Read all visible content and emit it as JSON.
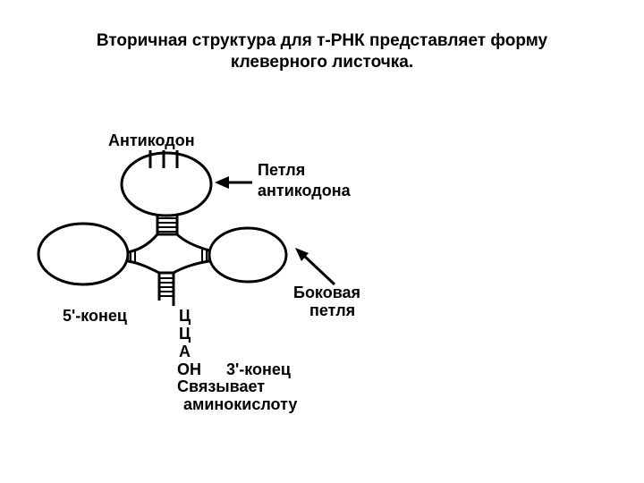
{
  "title": {
    "line1": "Вторичная структура для т-РНК представляет форму",
    "line2": "клеверного листочка."
  },
  "diagram": {
    "anticodon_label": "Антикодон",
    "anticodon_loop_label_1": "Петля",
    "anticodon_loop_label_2": "антикодона",
    "side_loop_label_1": "Боковая",
    "side_loop_label_2": "петля",
    "five_prime_end": "5'-конец",
    "three_prime_bases": [
      "Ц",
      "Ц",
      "А"
    ],
    "oh_label": "ОН",
    "three_prime_end": "3'-конец",
    "binds_label_1": "Связывает",
    "binds_label_2": "аминокислоту"
  }
}
